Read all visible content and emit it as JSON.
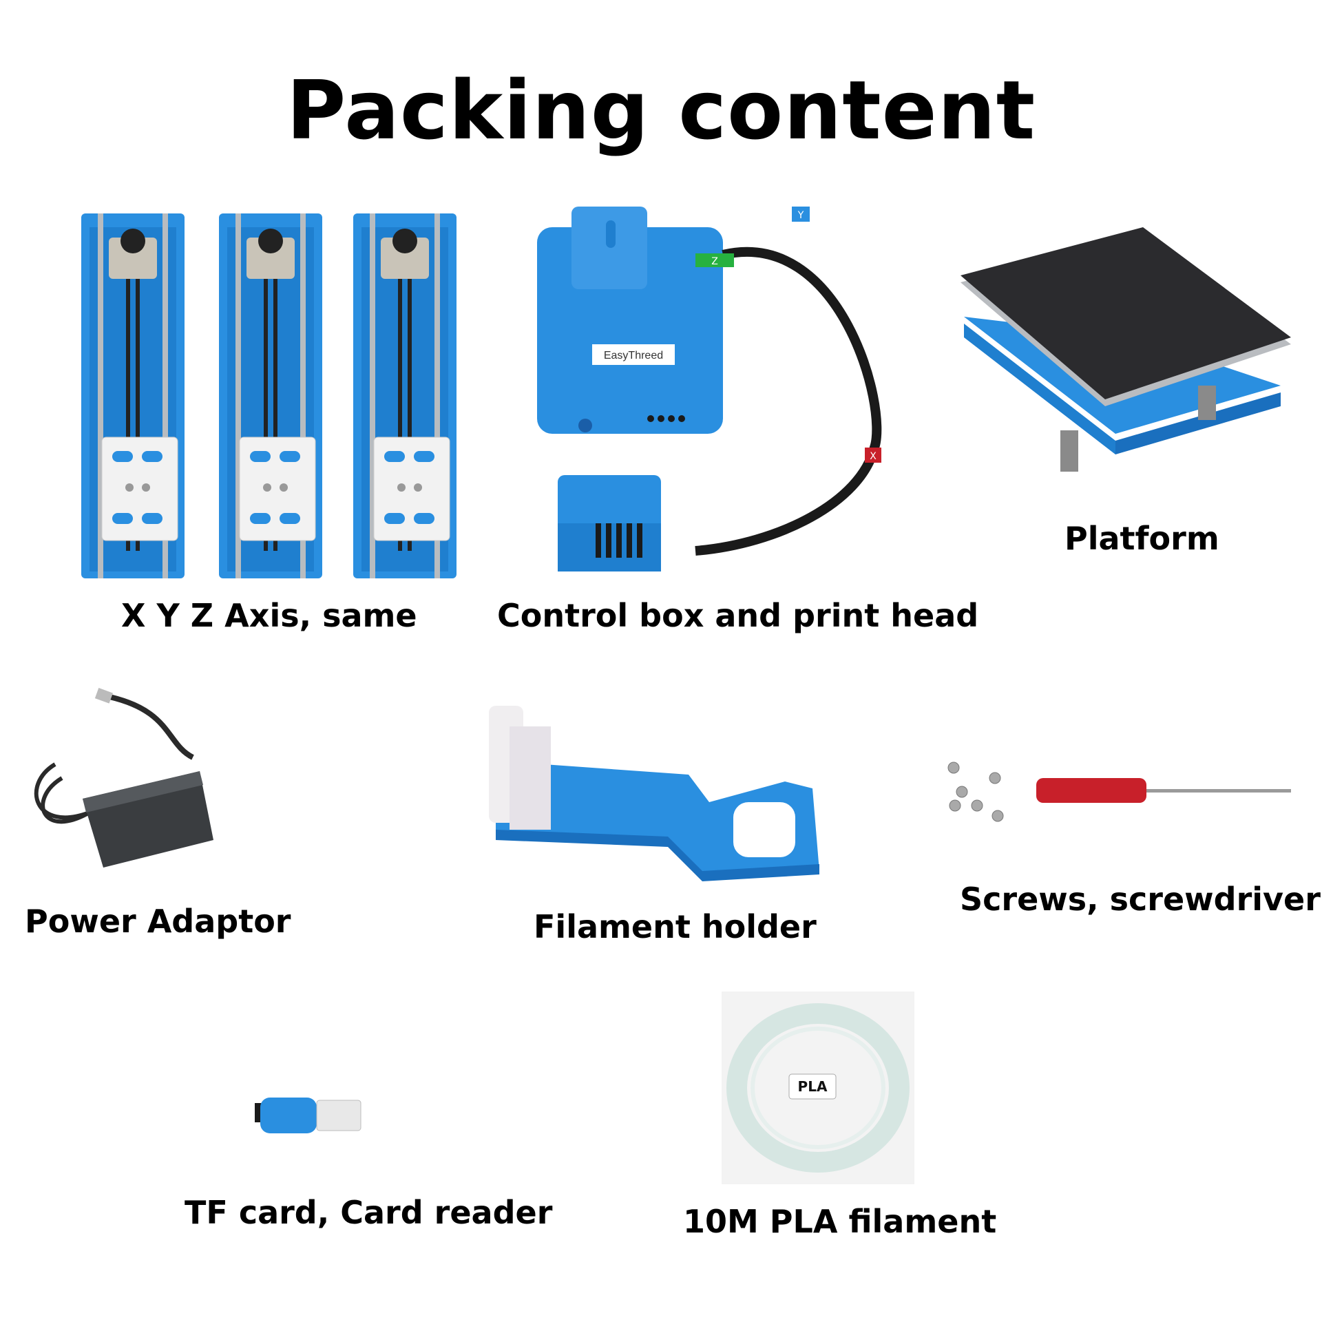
{
  "title": "Packing content",
  "items": [
    {
      "caption": "X Y Z Axis, same",
      "image": "xyz-axis-modules"
    },
    {
      "caption": "Control box and print head",
      "image": "control-box-print-head",
      "brand_label": "EasyThreed",
      "cable_tags": [
        "Y",
        "Z",
        "X"
      ]
    },
    {
      "caption": "Platform",
      "image": "platform"
    },
    {
      "caption": "Power Adaptor",
      "image": "power-adaptor"
    },
    {
      "caption": "Filament holder",
      "image": "filament-holder"
    },
    {
      "caption": "Screws, screwdriver",
      "image": "screws-screwdriver"
    },
    {
      "caption": "TF card, Card reader",
      "image": "tf-card-reader"
    },
    {
      "caption": "10M PLA filament",
      "image": "pla-filament",
      "spool_label": "PLA"
    }
  ],
  "colors": {
    "accent_blue": "#2a8fe0",
    "dark": "#1a1a1a",
    "red": "#c8202a"
  }
}
